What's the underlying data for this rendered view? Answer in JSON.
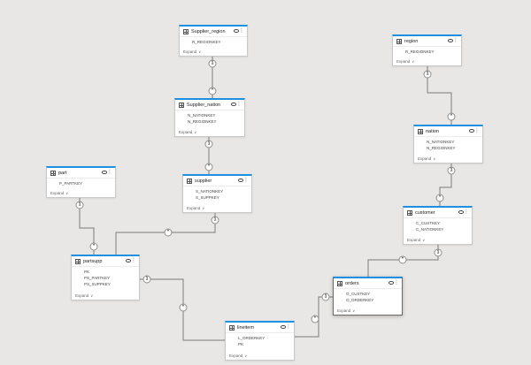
{
  "tables": [
    {
      "id": "supplier_region",
      "title": "Supplier_region",
      "fields": [
        "R_REGIONKEY"
      ],
      "expand_label": "Expand",
      "selected": false
    },
    {
      "id": "region",
      "title": "region",
      "fields": [
        "R_REGIONKEY"
      ],
      "expand_label": "Expand",
      "selected": false
    },
    {
      "id": "supplier_nation",
      "title": "Supplier_nation",
      "fields": [
        "N_NATIONKEY",
        "N_REGIONKEY"
      ],
      "expand_label": "Expand",
      "selected": false
    },
    {
      "id": "nation",
      "title": "nation",
      "fields": [
        "N_NATIONKEY",
        "N_REGIONKEY"
      ],
      "expand_label": "Expand",
      "selected": false
    },
    {
      "id": "part",
      "title": "part",
      "fields": [
        "P_PARTKEY"
      ],
      "expand_label": "Expand",
      "selected": false
    },
    {
      "id": "supplier",
      "title": "supplier",
      "fields": [
        "S_NATIONKEY",
        "S_SUPPKEY"
      ],
      "expand_label": "Expand",
      "selected": false
    },
    {
      "id": "customer",
      "title": "customer",
      "fields": [
        "C_CUSTKEY",
        "C_NATIONKEY"
      ],
      "expand_label": "Expand",
      "selected": false
    },
    {
      "id": "partsupp",
      "title": "partsupp",
      "fields": [
        "PK",
        "PS_PARTKEY",
        "PS_SUPPKEY"
      ],
      "expand_label": "Expand",
      "selected": false
    },
    {
      "id": "orders",
      "title": "orders",
      "fields": [
        "O_CUSTKEY",
        "O_ORDERKEY"
      ],
      "expand_label": "Expand",
      "selected": true
    },
    {
      "id": "lineitem",
      "title": "lineitem",
      "fields": [
        "L_ORDERKEY",
        "PK"
      ],
      "expand_label": "Expand",
      "selected": false
    }
  ],
  "relationships": [
    {
      "from": "supplier_region",
      "to": "supplier_nation",
      "from_card": "1",
      "to_card": "*"
    },
    {
      "from": "supplier_nation",
      "to": "supplier",
      "from_card": "1",
      "to_card": "*"
    },
    {
      "from": "region",
      "to": "nation",
      "from_card": "1",
      "to_card": "*"
    },
    {
      "from": "nation",
      "to": "customer",
      "from_card": "1",
      "to_card": "*"
    },
    {
      "from": "part",
      "to": "partsupp",
      "from_card": "1",
      "to_card": "*"
    },
    {
      "from": "supplier",
      "to": "partsupp",
      "from_card": "1",
      "to_card": "*"
    },
    {
      "from": "customer",
      "to": "orders",
      "from_card": "1",
      "to_card": "*"
    },
    {
      "from": "partsupp",
      "to": "lineitem",
      "from_card": "1",
      "to_card": "*"
    },
    {
      "from": "orders",
      "to": "lineitem",
      "from_card": "1",
      "to_card": "*"
    }
  ],
  "icons": {
    "table": "table-icon",
    "visibility": "eye-icon",
    "more": "more-options-icon",
    "expand": "chevron-down-icon"
  },
  "colors": {
    "header_accent": "#1f8fe0",
    "canvas": "#e8e7e5",
    "connector": "#8f8f8f"
  }
}
